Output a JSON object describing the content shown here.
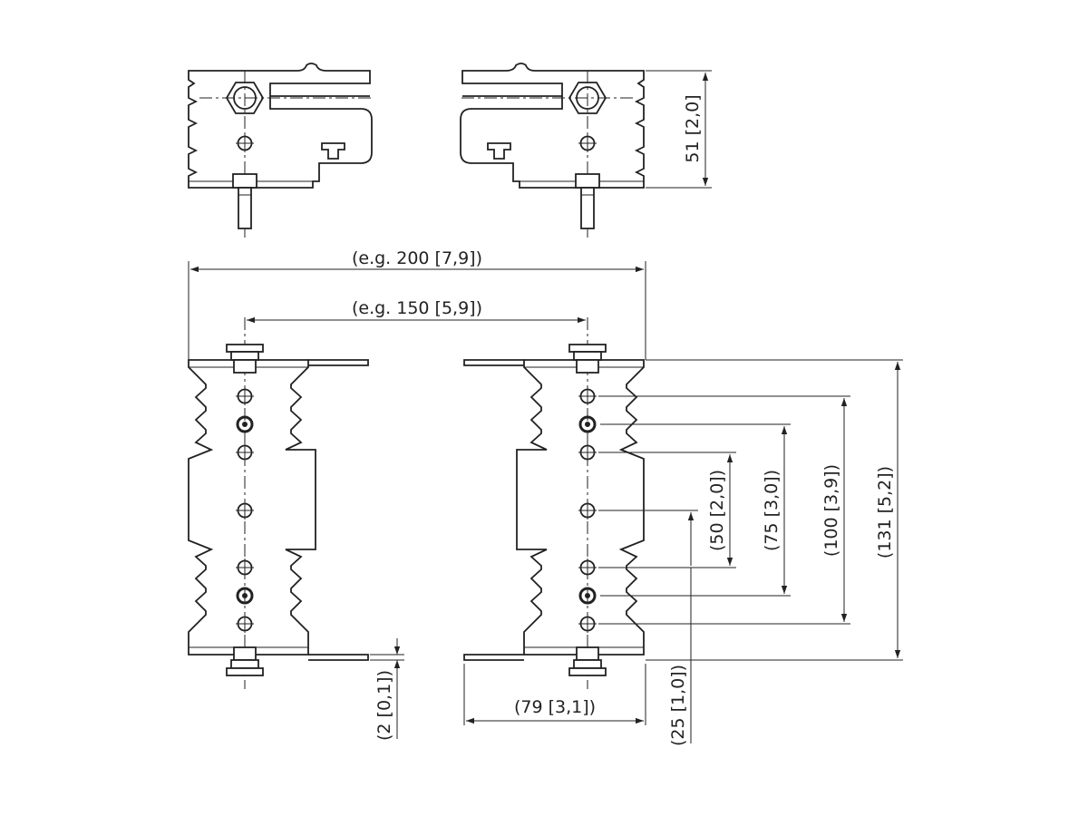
{
  "dimensions": {
    "height_top": "51 [2,0]",
    "width_overall": "(e.g. 200 [7,9])",
    "width_bolts": "(e.g. 150 [5,9])",
    "hole_50": "(50 [2,0])",
    "hole_75": "(75 [3,0])",
    "hole_100": "(100 [3,9])",
    "height_overall": "(131 [5,2])",
    "flange_thickness": "(2 [0,1])",
    "depth": "(79 [3,1])",
    "hole_offset": "(25 [1,0])"
  }
}
